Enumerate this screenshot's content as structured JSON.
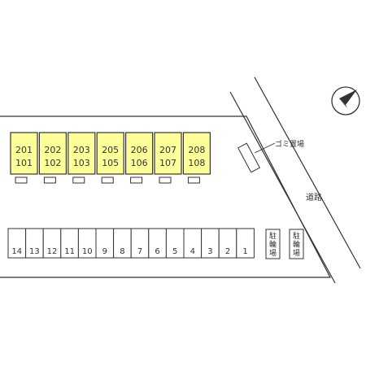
{
  "units": [
    {
      "upper": "201",
      "lower": "101"
    },
    {
      "upper": "202",
      "lower": "102"
    },
    {
      "upper": "203",
      "lower": "103"
    },
    {
      "upper": "205",
      "lower": "105"
    },
    {
      "upper": "206",
      "lower": "106"
    },
    {
      "upper": "207",
      "lower": "107"
    },
    {
      "upper": "208",
      "lower": "108"
    }
  ],
  "parking_spaces": [
    "14",
    "13",
    "12",
    "11",
    "10",
    "9",
    "8",
    "7",
    "6",
    "5",
    "4",
    "3",
    "2",
    "1"
  ],
  "bicycle_parking": [
    {
      "chars": [
        "駐",
        "輪",
        "場"
      ]
    },
    {
      "chars": [
        "駐",
        "輪",
        "場"
      ]
    }
  ],
  "garbage_label": "ゴミ置場",
  "road_label": "道路",
  "colors": {
    "building_fill": "#ffff99",
    "outline": "#333333",
    "compass_bg": "#ffffff"
  },
  "compass": {
    "icon": "north-arrow-icon",
    "heading_deg": 45
  }
}
